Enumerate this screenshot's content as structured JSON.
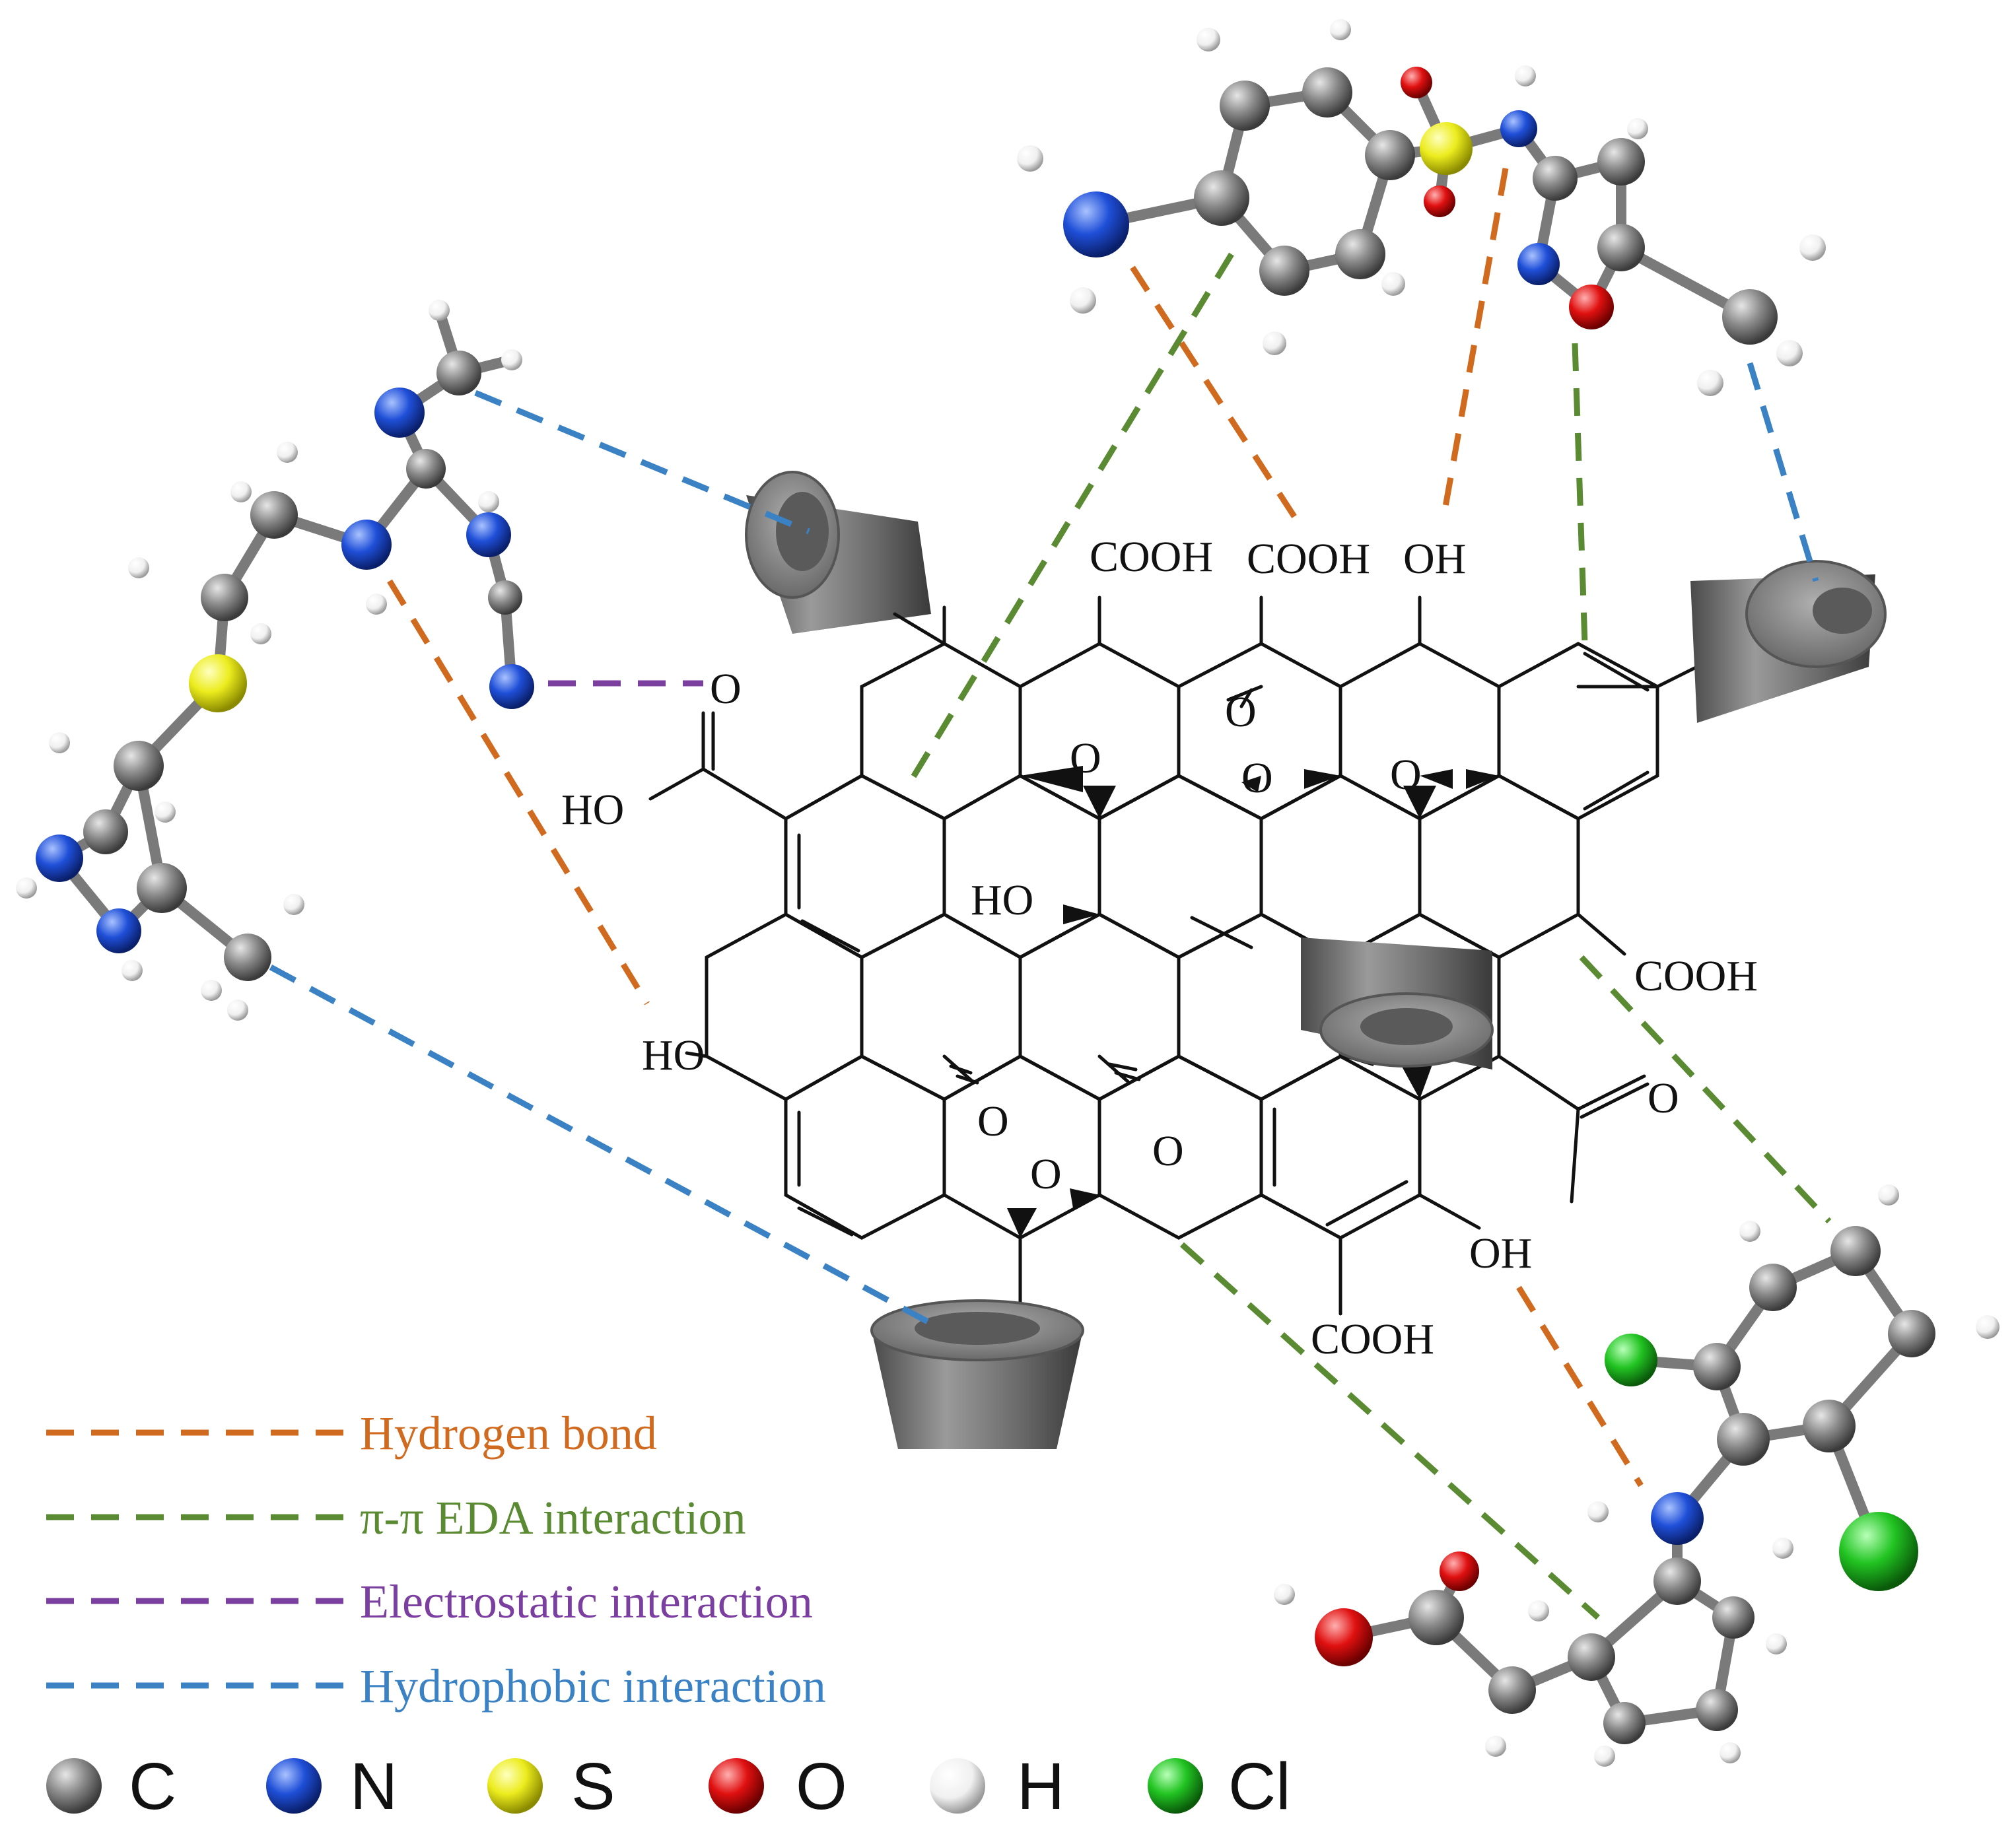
{
  "colors": {
    "hydrogen_bond": "#d06a1f",
    "pi_pi": "#5a8a32",
    "electrostatic": "#7b3fa0",
    "hydrophobic": "#3a82c4",
    "C": "#808080",
    "N": "#1f4fd8",
    "S": "#e6e61a",
    "O": "#e01010",
    "H": "#f2f2f2",
    "Cl": "#22c422"
  },
  "legend": [
    {
      "label": "Hydrogen bond",
      "color_key": "hydrogen_bond"
    },
    {
      "label": "π-π EDA interaction",
      "color_key": "pi_pi"
    },
    {
      "label": "Electrostatic interaction",
      "color_key": "electrostatic"
    },
    {
      "label": "Hydrophobic interaction",
      "color_key": "hydrophobic"
    }
  ],
  "atom_key": [
    {
      "symbol": "C"
    },
    {
      "symbol": "N"
    },
    {
      "symbol": "S"
    },
    {
      "symbol": "O"
    },
    {
      "symbol": "H"
    },
    {
      "symbol": "Cl"
    }
  ],
  "labels": {
    "cooh_top1": "COOH",
    "cooh_top2": "COOH",
    "oh_top": "OH",
    "o_ep1": "O",
    "o_ep2": "O",
    "o_ep3": "O",
    "o_ep4": "O",
    "o_carbonyl_left": "O",
    "ho_left": "HO",
    "ho_mid": "HO",
    "cooh_right": "COOH",
    "ho_lower": "HO",
    "o_ep5": "O",
    "o_ep6": "O",
    "o_ep7": "O",
    "o_acetyl": "O",
    "oh_bottom": "OH",
    "cooh_bottom": "COOH"
  }
}
